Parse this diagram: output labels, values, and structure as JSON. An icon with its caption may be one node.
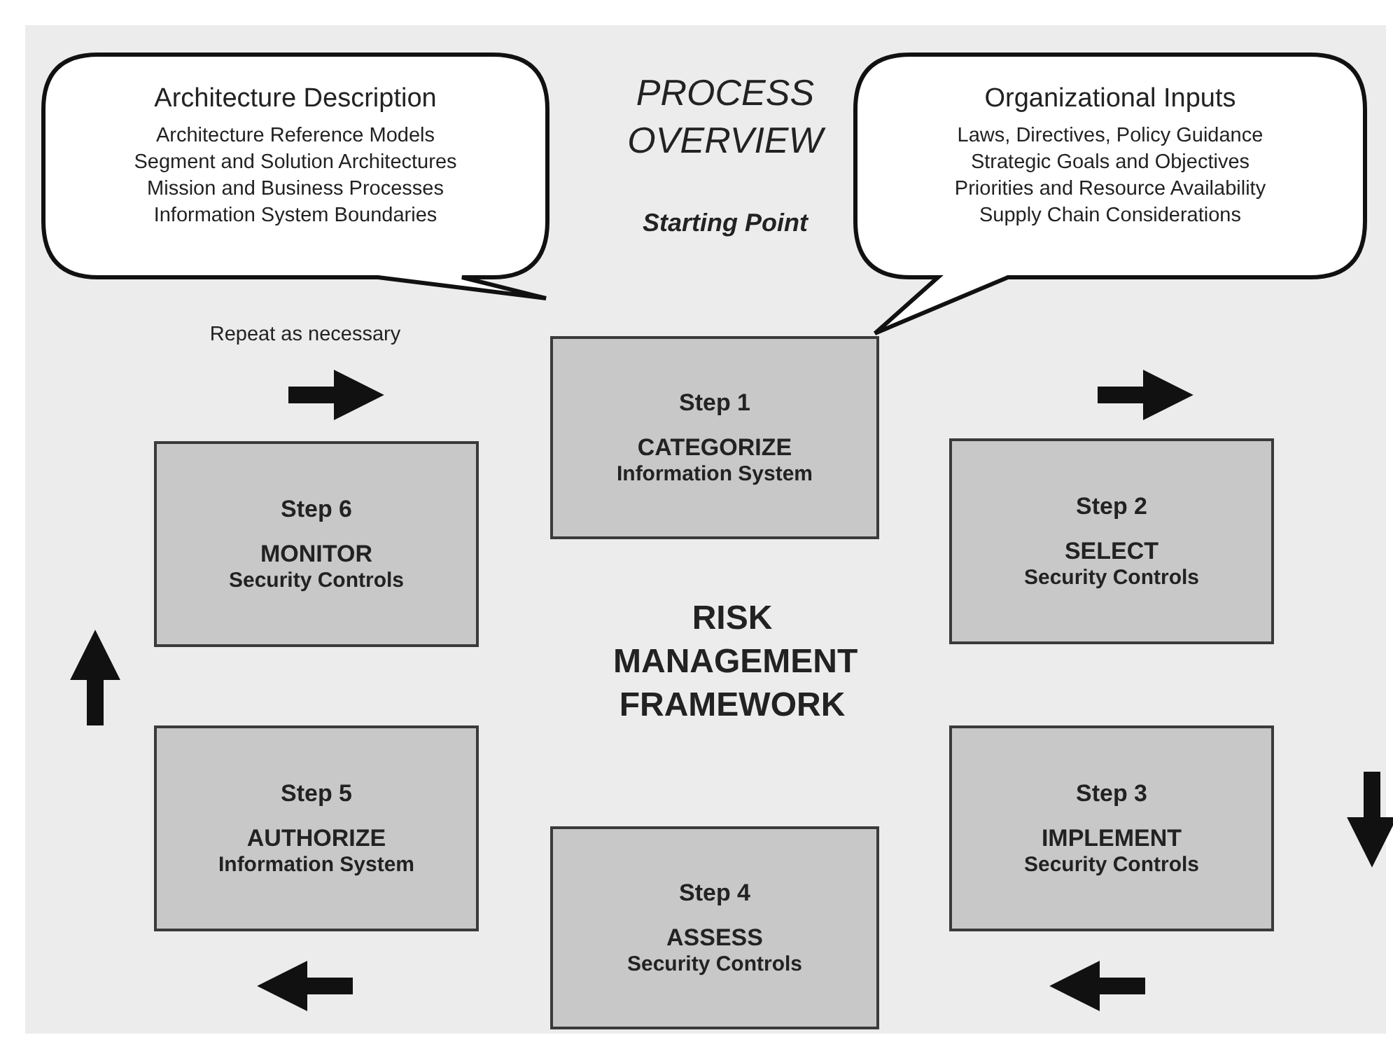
{
  "diagram": {
    "nodes": [
      {
        "text": [
          "Architecture Description",
          "Architecture Reference Models",
          "Segment and Solution Architectures",
          "Mission and Business Processes",
          "Information System Boundaries"
        ]
      },
      {
        "text": [
          "Organizational Inputs",
          "Laws, Directives, Policy Guidance",
          "Strategic Goals and Objectives",
          "Priorities and Resource Availability",
          "Supply Chain Considerations"
        ]
      },
      {
        "text": [
          "Step 1",
          "CATEGORIZE",
          "Information System"
        ]
      },
      {
        "text": [
          "Step 6",
          "MONITOR",
          "Security Controls"
        ]
      },
      {
        "text": [
          "Step 2",
          "SELECT",
          "Security Controls"
        ]
      },
      {
        "text": [
          "Step 5",
          "AUTHORIZE",
          "Information System"
        ]
      },
      {
        "text": [
          "Step 3",
          "IMPLEMENT",
          "Security Controls"
        ]
      },
      {
        "text": [
          "Step 4",
          "ASSESS",
          "Security Controls"
        ]
      }
    ],
    "labels": [
      "PROCESS OVERVIEW",
      "Starting Point",
      "Repeat as necessary",
      "RISK MANAGEMENT FRAMEWORK"
    ]
  }
}
